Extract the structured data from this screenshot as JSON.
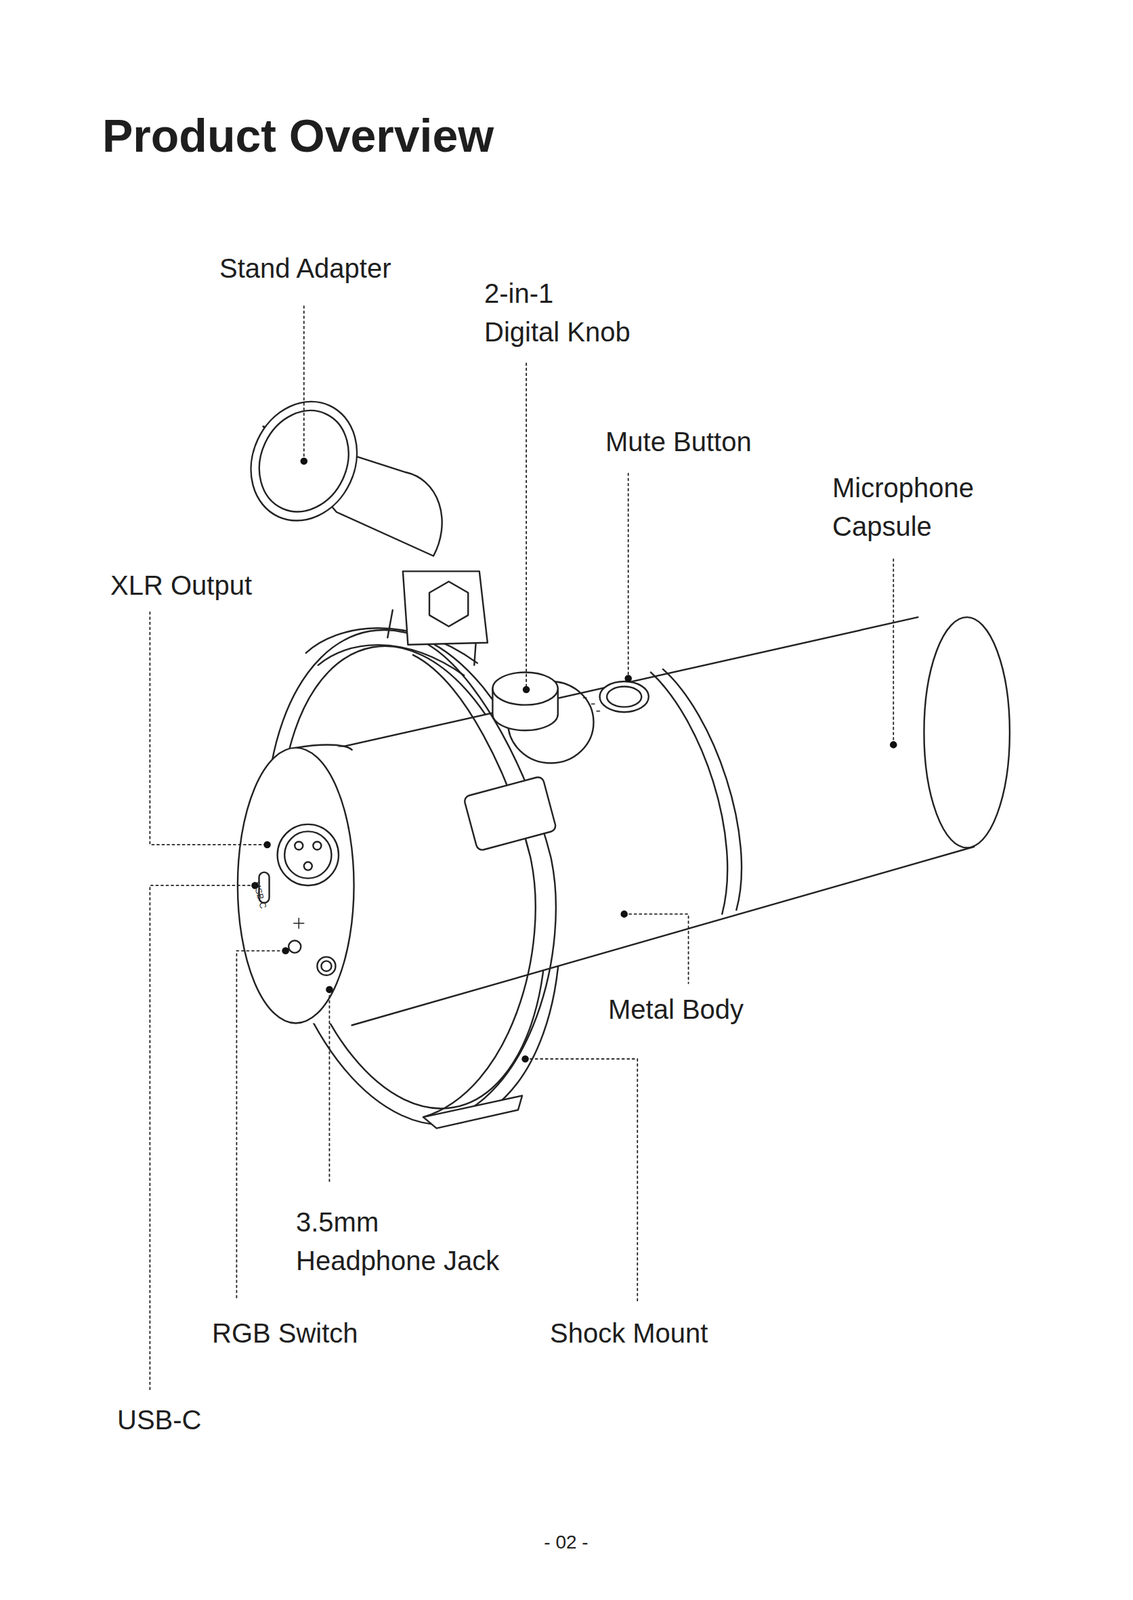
{
  "diagram": {
    "title": "Product Overview",
    "labels": [
      "Stand Adapter",
      "2-in-1 Digital Knob",
      "Mute Button",
      "Microphone Capsule",
      "XLR Output",
      "USB-C",
      "Metal Body",
      "3.5mm Headphone Jack",
      "RGB Switch",
      "Shock Mount",
      "USB-C",
      "- 02 -"
    ]
  }
}
